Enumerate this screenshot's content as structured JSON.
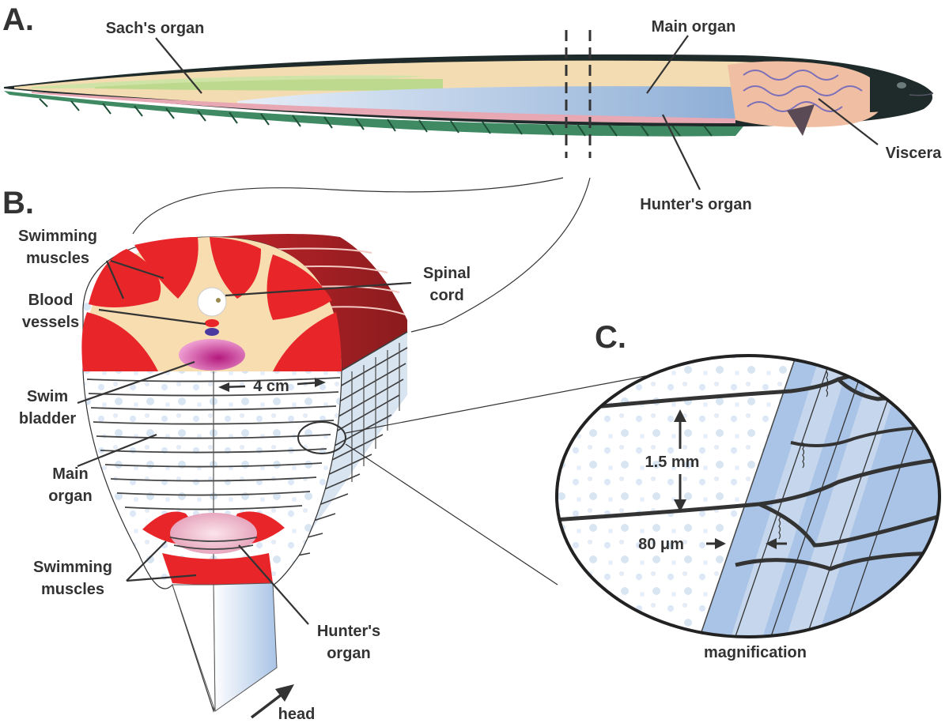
{
  "panels": {
    "a": "A.",
    "b": "B.",
    "c": "C."
  },
  "panel_a": {
    "sachs_organ": "Sach's organ",
    "main_organ": "Main organ",
    "viscera": "Viscera",
    "hunters_organ": "Hunter's organ"
  },
  "panel_b": {
    "swimming_muscles_top_1": "Swimming",
    "swimming_muscles_top_2": "muscles",
    "blood_vessels_1": "Blood",
    "blood_vessels_2": "vessels",
    "spinal_cord_1": "Spinal",
    "spinal_cord_2": "cord",
    "swim_bladder_1": "Swim",
    "swim_bladder_2": "bladder",
    "main_organ_1": "Main",
    "main_organ_2": "organ",
    "swimming_muscles_bottom_1": "Swimming",
    "swimming_muscles_bottom_2": "muscles",
    "hunters_organ_1": "Hunter's",
    "hunters_organ_2": "organ",
    "width": "4 cm",
    "head": "head"
  },
  "panel_c": {
    "spacing": "1.5 mm",
    "thickness": "80 μm",
    "caption": "magnification"
  },
  "colors": {
    "muscle_red": "#e8262a",
    "tissue_cream": "#f7ddb0",
    "organ_blue": "#b9cde8",
    "skin_dark": "#1f2a2a",
    "fin_green": "#3f8a63",
    "sachs_green": "#cfe3a6",
    "bladder_pink": "#d1479c",
    "hunters_pink": "#e8a2b8"
  }
}
